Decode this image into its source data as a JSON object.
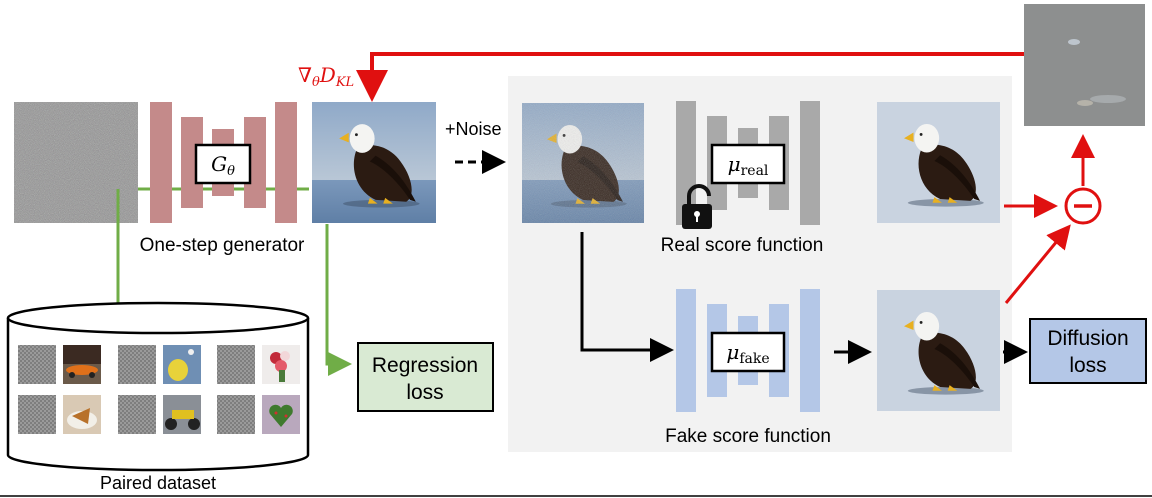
{
  "labels": {
    "generator_symbol": "G",
    "generator_subscript": "θ",
    "gradient_nabla": "∇",
    "gradient_theta": "θ",
    "gradient_D": "D",
    "gradient_KL": "KL",
    "noise": "+Noise",
    "one_step_generator": "One-step generator",
    "mu_symbol": "μ",
    "real_subscript": "real",
    "fake_subscript": "fake",
    "real_score_function": "Real score function",
    "fake_score_function": "Fake score function",
    "regression_loss_line1": "Regression",
    "regression_loss_line2": "loss",
    "diffusion_loss_line1": "Diffusion",
    "diffusion_loss_line2": "loss",
    "paired_dataset": "Paired dataset",
    "minus_sign": "−"
  },
  "colors": {
    "generator_unet": "#c48a8a",
    "real_unet": "#a9a9a9",
    "fake_unet": "#b4c7e7",
    "regression_box": "#d9ead3",
    "diffusion_box": "#b4c7e7",
    "gradient_arrow": "#e01010",
    "generator_link": "#70ad47",
    "score_panel": "#f2f2f2",
    "noise_gray": "#8a8a8a"
  },
  "icons": {
    "lock": "lock-icon",
    "minus": "minus-circle-icon"
  }
}
